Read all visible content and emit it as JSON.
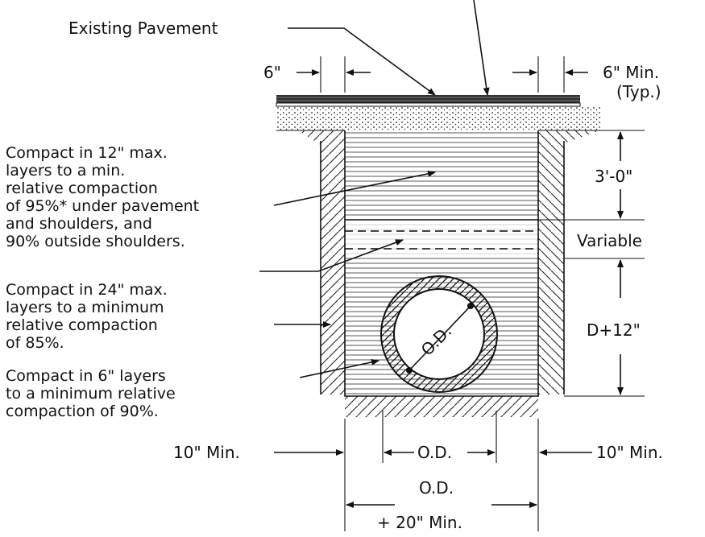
{
  "labels": {
    "existing_pavement": "Existing Pavement",
    "side_clear_left": "6\"",
    "side_clear_right": "6\"  Min.",
    "typ": "(Typ.)",
    "depth_top": "3'-0\"",
    "variable": "Variable",
    "depth_pipe": "D+12\"",
    "od_pipe": "O.D.",
    "bottom_left_min": "10\"  Min.",
    "bottom_mid_od": "O.D.",
    "bottom_right_min": "10\"  Min.",
    "total_width_line1": "O.D.",
    "total_width_line2": "+ 20\"  Min."
  },
  "notes": {
    "note1": [
      "Compact in 12\" max.",
      "layers to a min.",
      "relative compaction",
      "of 95%* under pavement",
      "and shoulders, and",
      "90% outside shoulders."
    ],
    "note2": [
      "Compact in 24\"  max.",
      "layers to a minimum",
      "relative compaction",
      "of 85%."
    ],
    "note3": [
      "Compact in 6\"  layers",
      "to a minimum relative",
      "compaction of 90%."
    ]
  }
}
